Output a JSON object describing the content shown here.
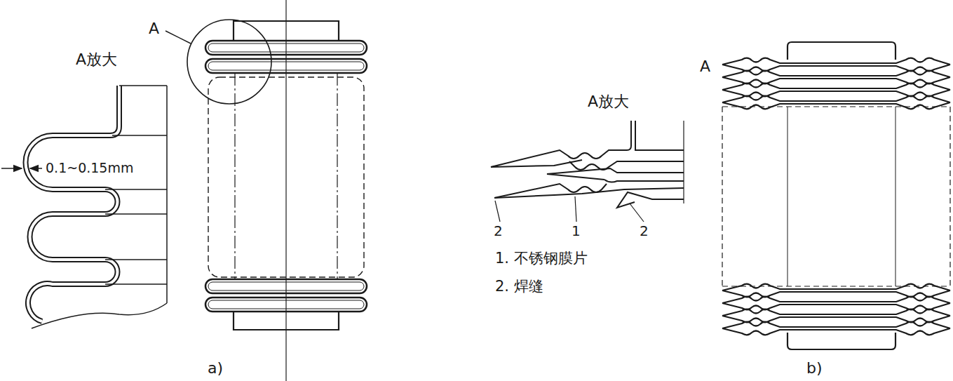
{
  "diagram": {
    "labels": [
      "A放大",
      "0.1~0.15mm",
      "A",
      "a)",
      "A放大",
      "2",
      "1",
      "2",
      "1. 不锈钢膜片",
      "2. 焊缝",
      "A",
      "b)"
    ]
  }
}
